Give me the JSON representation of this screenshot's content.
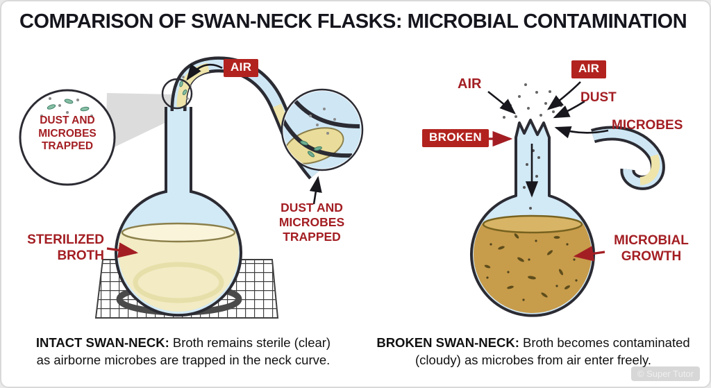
{
  "title": "COMPARISON OF SWAN-NECK FLASKS: MICROBIAL CONTAMINATION",
  "watermark": "© Super Tutor",
  "left_flask": {
    "air_badge": "AIR",
    "magnifier_label": "DUST AND\nMICROBES\nTRAPPED",
    "trapped_label": "DUST AND\nMICROBES\nTRAPPED",
    "broth_label": "STERILIZED\nBROTH",
    "caption_bold": "INTACT SWAN-NECK:",
    "caption_line1": " Broth remains sterile (clear)",
    "caption_line2": "as airborne microbes are trapped in the neck curve."
  },
  "right_flask": {
    "air_label": "AIR",
    "air_badge": "AIR",
    "dust_label": "DUST",
    "microbes_label": "MICROBES",
    "broken_badge": "BROKEN",
    "growth_label": "MICROBIAL\nGROWTH",
    "caption_bold": "BROKEN SWAN-NECK:",
    "caption_line1": " Broth becomes contaminated",
    "caption_line2": "(cloudy) as microbes from air enter freely."
  },
  "colors": {
    "accent_red": "#b2231f",
    "label_red": "#a31e23",
    "flask_blue": "#d2e9f6",
    "outline_dark": "#2b2b33",
    "sterile_broth": "#f2ebc4",
    "contaminated_broth": "#c79c4b"
  }
}
